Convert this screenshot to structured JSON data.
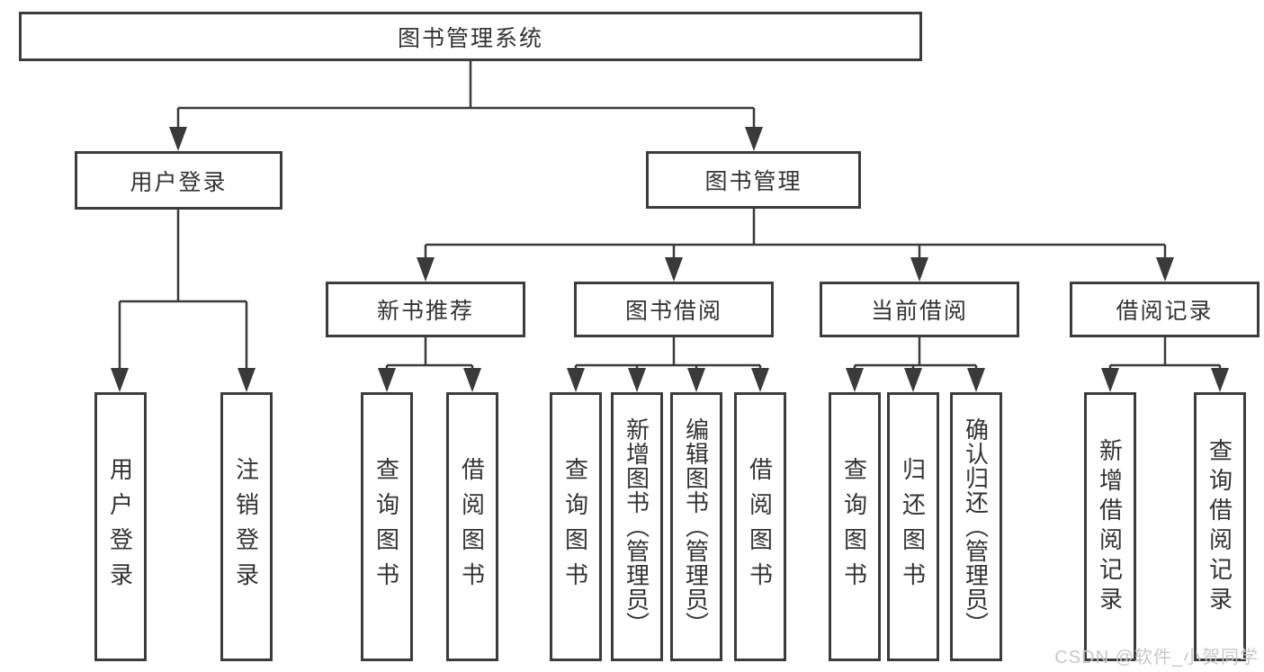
{
  "diagram": {
    "watermark": "CSDN @软件_小贺同学",
    "colors": {
      "line": "#3a3a3a",
      "box_border": "#3c3c3c",
      "text": "#333333",
      "watermark": "#c7c7c7",
      "background": "#ffffff"
    },
    "tree": {
      "root": {
        "label": "图书管理系统"
      },
      "branches": [
        {
          "label": "用户登录",
          "children": [
            {
              "label": "用户登录"
            },
            {
              "label": "注销登录"
            }
          ]
        },
        {
          "label": "图书管理",
          "children": [
            {
              "label": "新书推荐",
              "children": [
                {
                  "label": "查询图书"
                },
                {
                  "label": "借阅图书"
                }
              ]
            },
            {
              "label": "图书借阅",
              "children": [
                {
                  "label": "查询图书"
                },
                {
                  "label": "新增图书（管理员）"
                },
                {
                  "label": "编辑图书（管理员）"
                },
                {
                  "label": "借阅图书"
                }
              ]
            },
            {
              "label": "当前借阅",
              "children": [
                {
                  "label": "查询图书"
                },
                {
                  "label": "归还图书"
                },
                {
                  "label": "确认归还（管理员）"
                }
              ]
            },
            {
              "label": "借阅记录",
              "children": [
                {
                  "label": "新增借阅记录"
                },
                {
                  "label": "查询借阅记录"
                }
              ]
            }
          ]
        }
      ]
    }
  }
}
